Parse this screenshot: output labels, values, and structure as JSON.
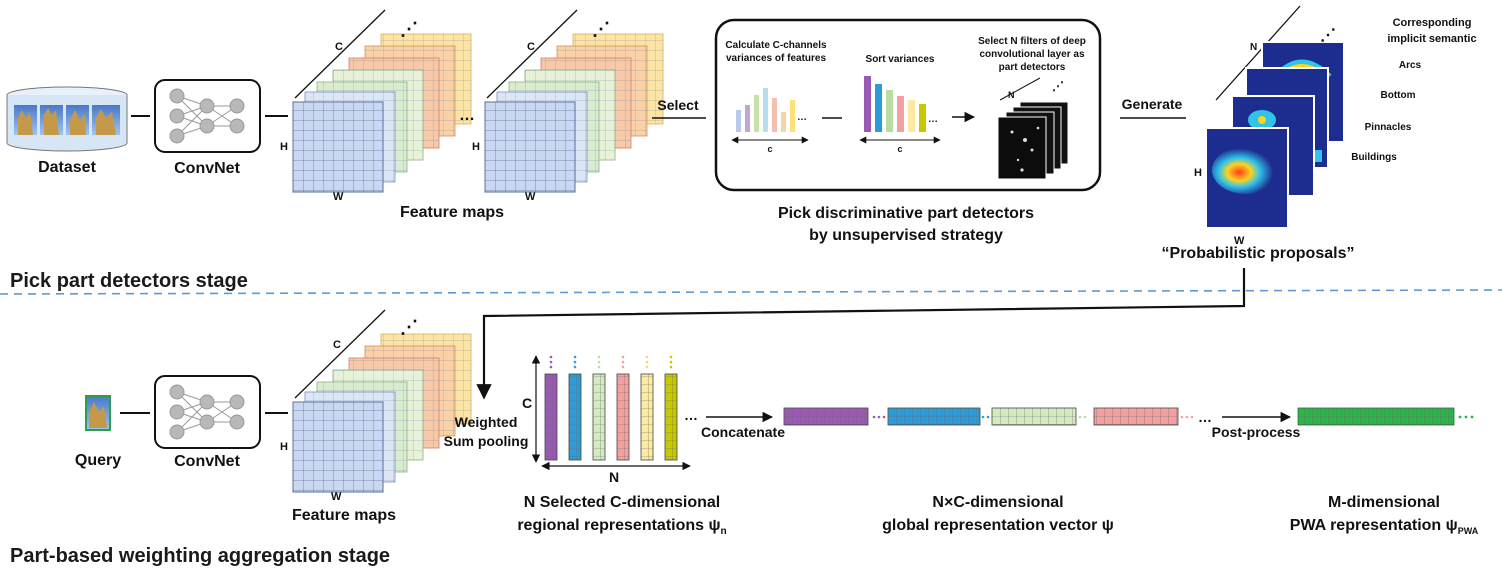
{
  "top": {
    "dataset": "Dataset",
    "convnet": "ConvNet",
    "feature_maps": "Feature maps",
    "select": "Select",
    "generate": "Generate",
    "step1": [
      "Calculate C-channels",
      "variances of features"
    ],
    "step2": "Sort variances",
    "step3": [
      "Select N filters of deep",
      "convolutional layer as",
      "part detectors"
    ],
    "box_title": [
      "Pick discriminative part detectors",
      "by unsupervised strategy"
    ],
    "proposals_title": "“Probabilistic proposals”",
    "semantics": [
      "Corresponding",
      "implicit  semantic",
      "Arcs",
      "Bottom",
      "Pinnacles",
      "Buildings"
    ],
    "stage_label": "Pick part detectors stage"
  },
  "bottom": {
    "query": "Query",
    "convnet": "ConvNet",
    "feature_maps": "Feature maps",
    "weighted": [
      "Weighted",
      "Sum pooling"
    ],
    "concatenate": "Concatenate",
    "post_process": "Post-process",
    "caption1": [
      "N Selected C-dimensional",
      "regional representations ψ"
    ],
    "caption1_sub": "n",
    "caption2": [
      "N×C-dimensional",
      "global representation vector ψ"
    ],
    "caption3": [
      "M-dimensional",
      "PWA representation ψ"
    ],
    "caption3_sub": "PWA",
    "stage_label": "Part-based weighting aggregation stage"
  },
  "dims": {
    "c": "C",
    "h": "H",
    "w": "W",
    "n": "N",
    "c_small": "c",
    "ellipsis": "…",
    "vdots": "⋰"
  },
  "colors": {
    "blue_map": "#c9d8f0",
    "green_map": "#d9ecd0",
    "orange_map": "#f8c9a8",
    "yellow_map": "#fde4a4",
    "purple": "#9b59b6",
    "blue": "#2e9bd6",
    "light_green": "#b9dca0",
    "pink": "#f4a0a0",
    "light_yellow": "#fde9a0",
    "olive": "#c8c800",
    "bright_green": "#2db34a",
    "divider": "#5b9bd5"
  }
}
